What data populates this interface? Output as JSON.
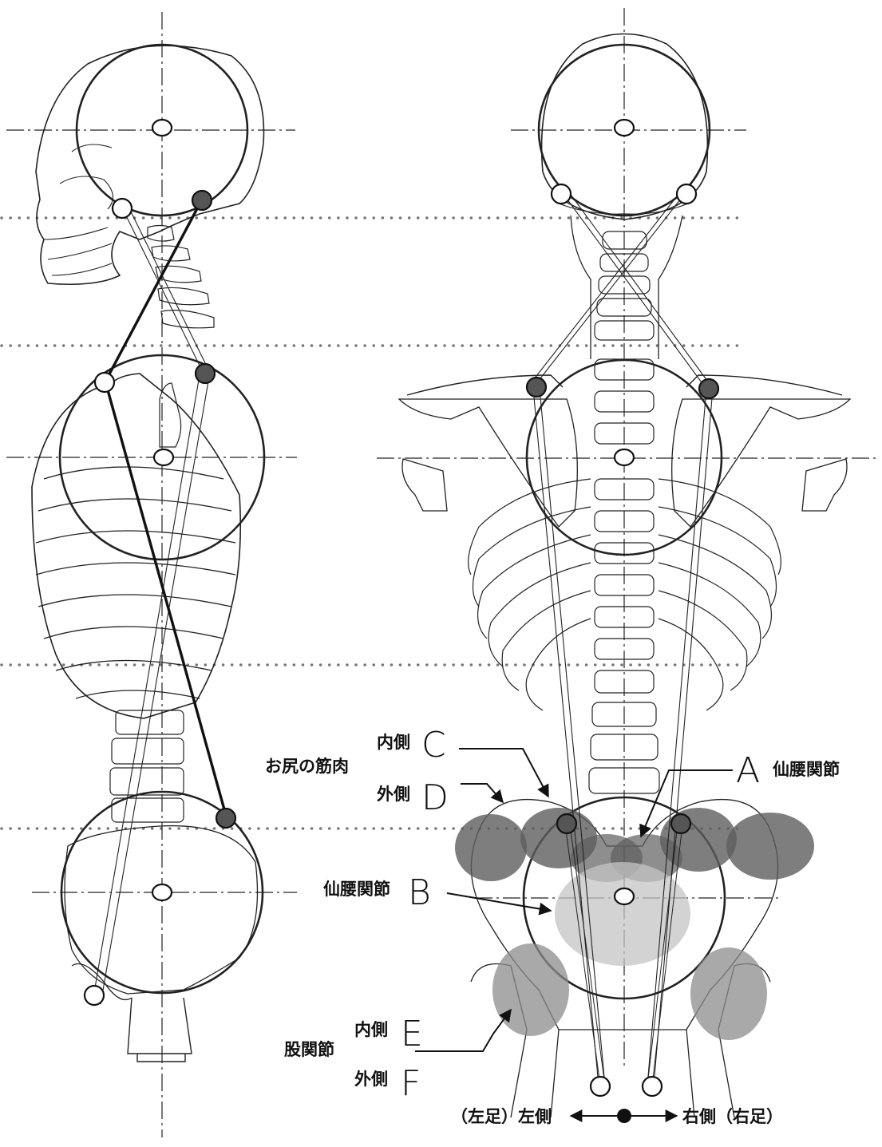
{
  "labels": {
    "buttocks_muscle": "お尻の筋肉",
    "inner_c": "内側",
    "letter_c": "C",
    "outer_d": "外側",
    "letter_d": "D",
    "letter_a": "A",
    "sacroiliac_a": "仙腰関節",
    "sacroiliac_b": "仙腰関節",
    "letter_b": "B",
    "hip_joint": "股関節",
    "inner_e": "内側",
    "letter_e": "E",
    "outer_f": "外側",
    "letter_f": "F",
    "left_side": "（左足）左側",
    "right_side": "右側（右足）"
  },
  "colors": {
    "line": "#111111",
    "dark_joint": "#555555",
    "shade_dark": "#5e5e5e",
    "shade_mid": "#8c8c8c",
    "shade_light": "#c4c4c4",
    "guide_dots": "#777777"
  }
}
